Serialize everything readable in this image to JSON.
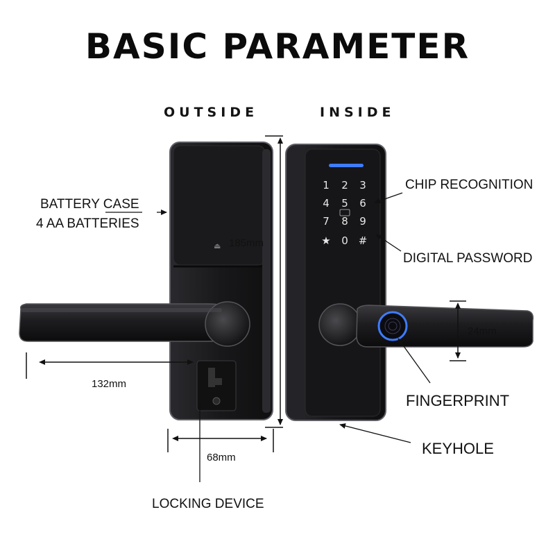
{
  "title": "BASIC PARAMETER",
  "views": {
    "outside": "OUTSIDE",
    "inside": "INSIDE"
  },
  "callouts": {
    "battery_case": "BATTERY CASE",
    "batteries": "4 AA BATTERIES",
    "chip_recognition": "CHIP RECOGNITION",
    "digital_password": "DIGITAL  PASSWORD",
    "fingerprint": "FINGERPRINT",
    "keyhole": "KEYHOLE",
    "locking_device": "LOCKING DEVICE"
  },
  "dimensions": {
    "height": "185mm",
    "handle_length": "132mm",
    "width": "68mm",
    "handle_height": "24mm"
  },
  "keypad": {
    "keys": [
      "1",
      "2",
      "3",
      "4",
      "5",
      "6",
      "7",
      "8",
      "9",
      "★",
      "0",
      "#"
    ]
  },
  "colors": {
    "body": "#1c1c1e",
    "edge": "#6a6a70",
    "accent_blue": "#3f7cff"
  }
}
